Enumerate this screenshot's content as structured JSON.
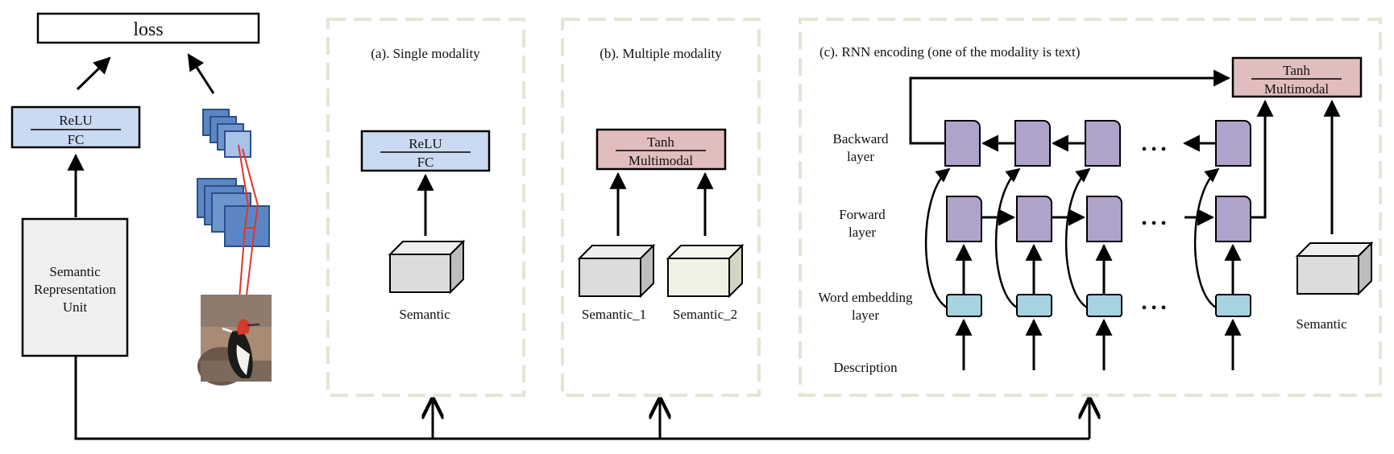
{
  "loss": {
    "label": "loss"
  },
  "left": {
    "relu_fc": {
      "top": "ReLU",
      "bottom": "FC"
    },
    "sru": {
      "line1": "Semantic",
      "line2": "Representation",
      "line3": "Unit"
    },
    "image_icon": "bird-photo"
  },
  "panel_a": {
    "title": "(a). Single modality",
    "relu_fc": {
      "top": "ReLU",
      "bottom": "FC"
    },
    "semantic_label": "Semantic"
  },
  "panel_b": {
    "title": "(b). Multiple modality",
    "tanh_mm": {
      "top": "Tanh",
      "bottom": "Multimodal"
    },
    "semantic1_label": "Semantic_1",
    "semantic2_label": "Semantic_2"
  },
  "panel_c": {
    "title": "(c). RNN encoding (one of the modality is text)",
    "tanh_mm": {
      "top": "Tanh",
      "bottom": "Multimodal"
    },
    "row_labels": {
      "backward": [
        "Backward",
        "layer"
      ],
      "forward": [
        "Forward",
        "layer"
      ],
      "embedding": [
        "Word embedding",
        "layer"
      ],
      "description": "Description"
    },
    "ellipsis": "• • •",
    "semantic_label": "Semantic"
  },
  "colors": {
    "fc_fill": "#c9daf2",
    "tanh_fill": "#e2bdbd",
    "rnn_cell_fill": "#b0a3cb",
    "embedding_fill": "#a7d2e0",
    "sru_fill": "#efefef",
    "cube_grey": "#dcdcdc",
    "cube_green": "#eef2e3",
    "panel_border": "#e6e4d6",
    "cnn_blue": "#5b86c5",
    "receptive_red": "#e0352b"
  }
}
